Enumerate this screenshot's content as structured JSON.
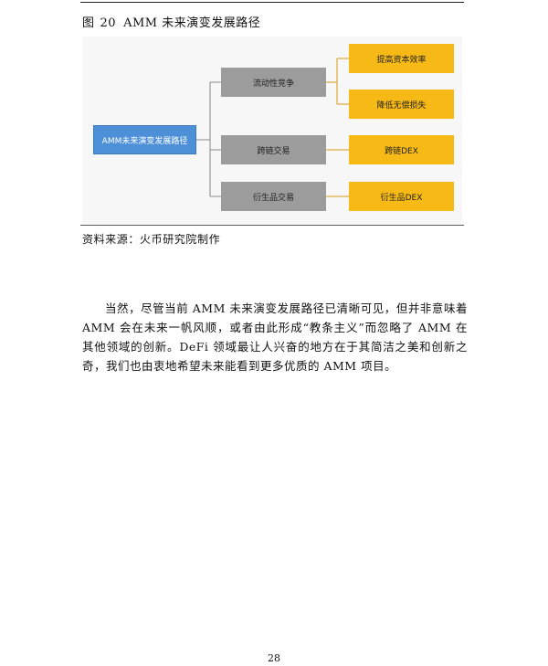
{
  "figure": {
    "label": "图",
    "number": "20",
    "title": "AMM 未来演变发展路径"
  },
  "diagram": {
    "root": "AMM未来演变发展路径",
    "branches": [
      {
        "label": "流动性竞争",
        "children": [
          "提高资本效率",
          "降低无偿损失"
        ]
      },
      {
        "label": "跨链交易",
        "children": [
          "跨链DEX"
        ]
      },
      {
        "label": "衍生品交易",
        "children": [
          "衍生品DEX"
        ]
      }
    ],
    "colors": {
      "root": "#4e90d7",
      "branch": "#9c9c9c",
      "leaf": "#f6b915"
    }
  },
  "source": "资料来源：火币研究院制作",
  "body_text": "当然，尽管当前 AMM 未来演变发展路径已清晰可见，但并非意味着 AMM 会在未来一帆风顺，或者由此形成“教条主义”而忽略了 AMM 在其他领域的创新。DeFi 领域最让人兴奋的地方在于其简洁之美和创新之奇，我们也由衷地希望未来能看到更多优质的 AMM 项目。",
  "page_number": "28"
}
